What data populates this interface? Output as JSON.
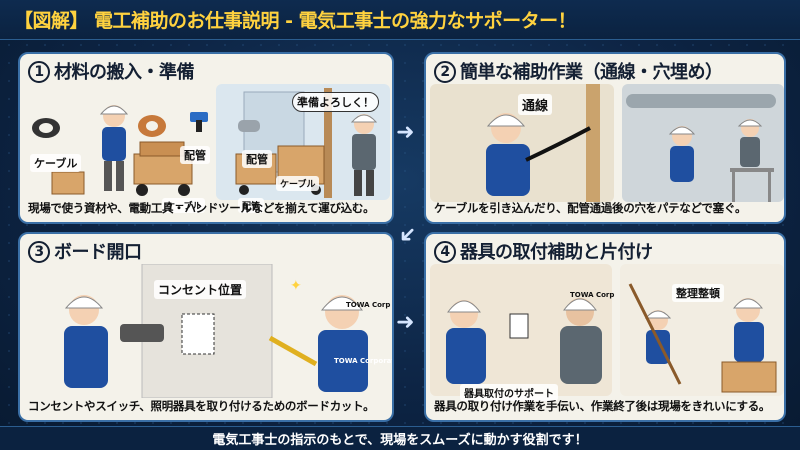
{
  "title": {
    "tag": "【図解】",
    "text": "電工補助のお仕事説明 - 電気工事士の強力なサポーター！"
  },
  "panels": [
    {
      "num": "1",
      "heading": "材料の搬入・準備",
      "caption": "現場で使う資材や、電動工具・ハンドツールなどを揃えて運び込む。",
      "labels": {
        "cable": "ケーブル",
        "pipe1": "配管",
        "pipe2": "配管",
        "speech": "準備よろしく！",
        "box1": "ケーブル",
        "box2": "ケーブル",
        "box3": "配管"
      }
    },
    {
      "num": "2",
      "heading": "簡単な補助作業（通線・穴埋め）",
      "caption": "ケーブルを引き込んだり、配管通過後の穴をパテなどで塞ぐ。",
      "labels": {
        "wiring": "通線"
      }
    },
    {
      "num": "3",
      "heading": "ボード開口",
      "caption": "コンセントやスイッチ、照明器具を取り付けるためのボードカット。",
      "labels": {
        "outlet": "コンセント位置",
        "brand": "TOWA Corporation",
        "helmet": "TOWA Corp"
      }
    },
    {
      "num": "4",
      "heading": "器具の取付補助と片付け",
      "caption": "器具の取り付け作業を手伝い、作業終了後は現場をきれいにする。",
      "labels": {
        "support": "器具取付のサポート",
        "tidy": "整理整頓",
        "helmet": "TOWA Corp"
      }
    }
  ],
  "footer": "電気工事士の指示のもとで、現場をスムーズに動かす役割です！",
  "colors": {
    "title": "#ffd23f",
    "uniform": "#1f4fa0",
    "background": "#0d2444",
    "panel_border": "#3a6fa6"
  }
}
